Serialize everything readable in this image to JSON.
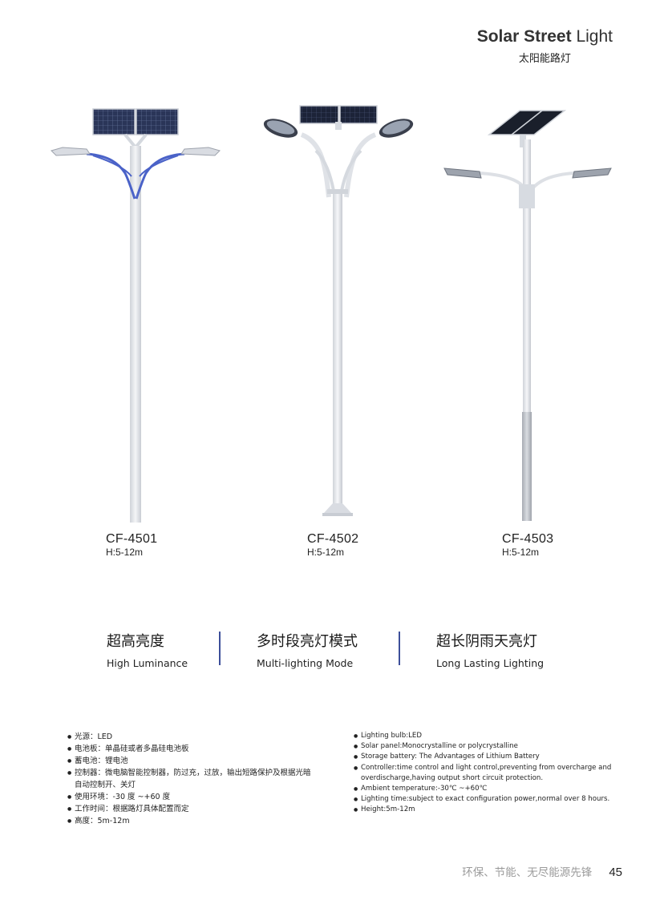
{
  "header": {
    "title_bold": "Solar Street",
    "title_rest": "Light",
    "subtitle": "太阳能路灯"
  },
  "products": [
    {
      "code": "CF-4501",
      "height": "H:5-12m"
    },
    {
      "code": "CF-4502",
      "height": "H:5-12m"
    },
    {
      "code": "CF-4503",
      "height": "H:5-12m"
    }
  ],
  "features": [
    {
      "cn": "超高亮度",
      "en": "High Luminance"
    },
    {
      "cn": "多时段亮灯模式",
      "en": "Multi-lighting Mode"
    },
    {
      "cn": "超长阴雨天亮灯",
      "en": "Long Lasting Lighting"
    }
  ],
  "specs_cn": [
    "光源：LED",
    "电池板：单晶硅或者多晶硅电池板",
    "蓄电池：锂电池",
    "控制器：微电脑智能控制器，防过充，过放，输出短路保护及根据光暗自动控制开、关灯",
    "使用环境：-30 度 ~+60 度",
    "工作时间：根据路灯具体配置而定",
    "高度：5m-12m"
  ],
  "specs_en": [
    "Lighting bulb:LED",
    "Solar panel:Monocrystalline or polycrystalline",
    "Storage battery: The Advantages of Lithium Battery",
    "Controller:time control and light control,preventing from overcharge and overdischarge,having output short circuit protection.",
    "Ambient temperature:-30℃ ~+60℃",
    "Lighting time:subject to exact configuration power,normal over 8 hours.",
    "Height:5m-12m"
  ],
  "footer": {
    "slogan": "环保、节能、无尽能源先锋",
    "page_number": "45"
  },
  "colors": {
    "divider": "#3d4f9a",
    "arm_blue": "#4a62c8",
    "panel": "#24304f",
    "pole": "#e6e8ec"
  }
}
